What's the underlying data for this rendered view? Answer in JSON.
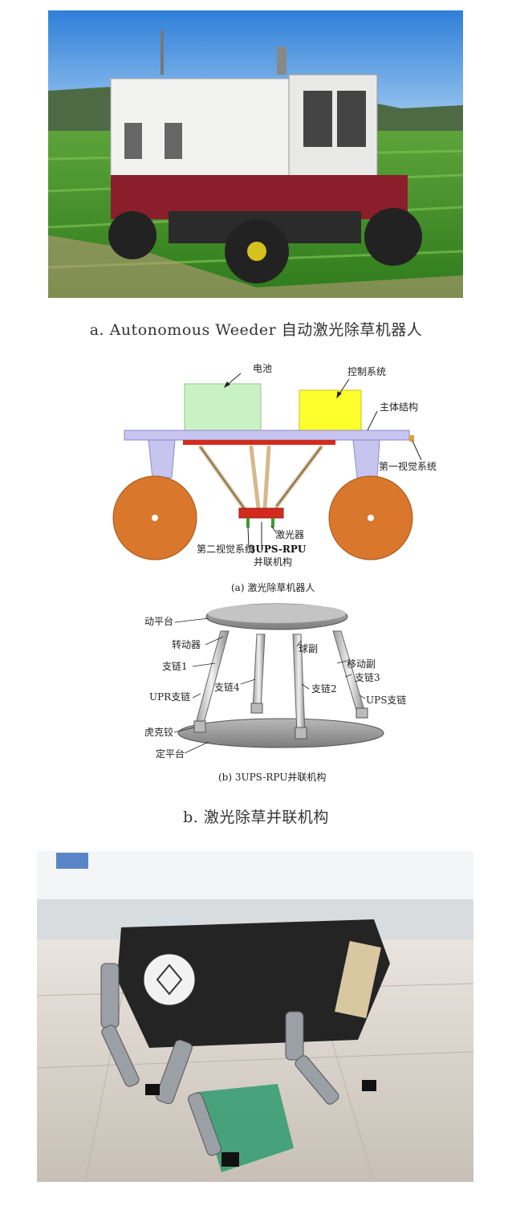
{
  "figure_a": {
    "caption": "a. Autonomous Weeder 自动激光除草机器人"
  },
  "figure_b": {
    "diagram1": {
      "labels": {
        "battery": "电池",
        "control": "控制系统",
        "main_structure": "主体结构",
        "vision1": "第一视觉系统",
        "laser": "激光器",
        "vision2": "第二视觉系统",
        "mechanism_line1": "3UPS-RPU",
        "mechanism_line2": "并联机构"
      },
      "caption": "(a) 激光除草机器人"
    },
    "diagram2": {
      "labels": {
        "moving_platform": "动平台",
        "rotator": "转动器",
        "spherical": "球副",
        "chain1": "支链1",
        "prismatic": "移动副",
        "chain3": "支链3",
        "chain4": "支链4",
        "chain2": "支链2",
        "upr_chain": "UPR支链",
        "ups_chain": "UPS支链",
        "hooke": "虎克铰",
        "fixed_platform": "定平台"
      },
      "caption": "(b) 3UPS-RPU并联机构"
    },
    "caption": "b. 激光除草并联机构"
  },
  "colors": {
    "battery": "#c9f2c4",
    "control": "#ffff2e",
    "frame": "#c8c4f0",
    "wheel": "#d9772d",
    "rail": "#d42a1d"
  }
}
